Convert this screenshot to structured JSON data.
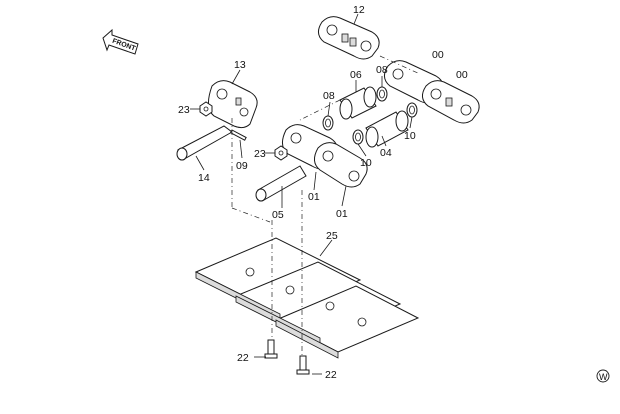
{
  "front_arrow": {
    "label": "FRONT"
  },
  "watermark": {
    "symbol": "W"
  },
  "callouts": {
    "c12": "12",
    "c13": "13",
    "c00a": "00",
    "c00b": "00",
    "c06": "06",
    "c08a": "08",
    "c08b": "08",
    "c23a": "23",
    "c23b": "23",
    "c14": "14",
    "c09": "09",
    "c10a": "10",
    "c10b": "10",
    "c04": "04",
    "c05": "05",
    "c01a": "01",
    "c01b": "01",
    "c25": "25",
    "c22a": "22",
    "c22b": "22"
  }
}
